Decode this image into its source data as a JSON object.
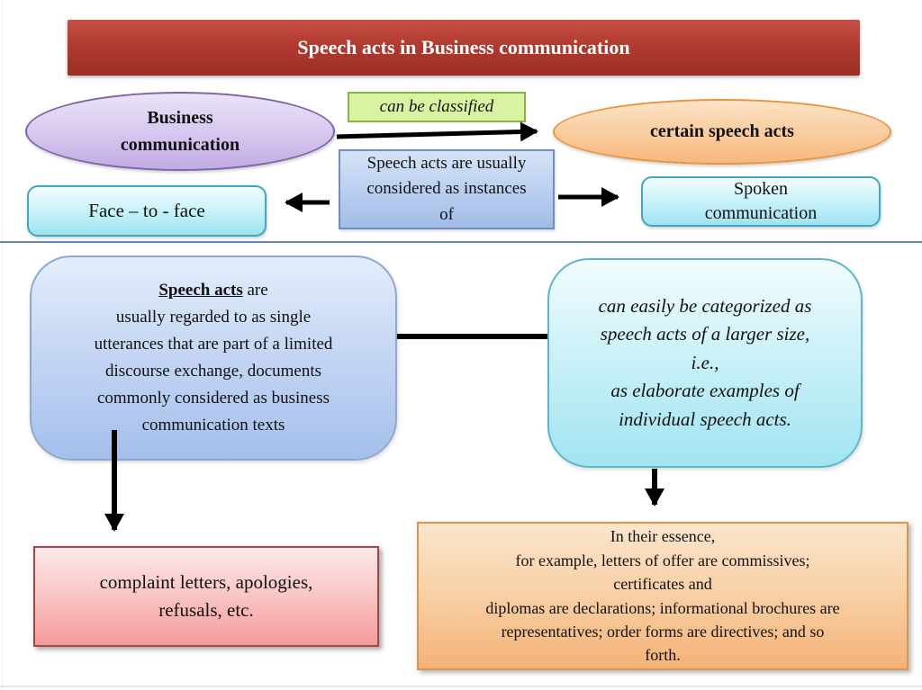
{
  "slide": {
    "title": "Speech acts in Business communication"
  },
  "nodes": {
    "business_ellipse": {
      "lines": [
        "Business",
        "communication"
      ]
    },
    "classified_box": {
      "text": "can be classified"
    },
    "certain_ellipse": {
      "text": "certain speech acts"
    },
    "instances_box": {
      "lines": [
        "Speech acts are usually",
        "considered as instances",
        "of"
      ]
    },
    "face_box": {
      "text": "Face – to - face"
    },
    "spoken_box": {
      "lines": [
        "Spoken",
        "communication"
      ]
    },
    "speech_acts_panel": {
      "lead": "Speech acts",
      "lead_suffix": " are",
      "lines": [
        "usually regarded to as single",
        "utterances that are part of a limited",
        "discourse exchange, documents",
        "commonly considered as business",
        "communication texts"
      ]
    },
    "categorized_panel": {
      "lines": [
        "can easily be categorized as",
        "speech acts of a larger size,",
        "i.e.,",
        "as elaborate examples of",
        "individual speech acts."
      ]
    },
    "complaint_box": {
      "lines": [
        "complaint letters, apologies,",
        "refusals, etc."
      ]
    },
    "essence_box": {
      "lines": [
        "In their essence,",
        "for example, letters of offer are commissives;",
        "certificates and",
        "diplomas are declarations; informational brochures are",
        "representatives; order forms are directives; and so",
        "forth."
      ]
    }
  },
  "colors": {
    "title_bg_top": "#c55045",
    "title_bg_bottom": "#9a2e24",
    "title_text": "#ffffff",
    "purple_fill": "#d6c6ee",
    "purple_border": "#7e64a8",
    "green_fill": "#d9f3a2",
    "green_border": "#86b441",
    "orange_ellipse_fill": "#f6b87c",
    "orange_ellipse_border": "#e8953f",
    "blue_box_fill": "#a0bce8",
    "blue_box_border": "#6e8fc0",
    "cyan_fill": "#9fe3f0",
    "cyan_border": "#3fa8c0",
    "left_panel_fill": "#a4bfec",
    "left_panel_border": "#8fa8d0",
    "right_panel_fill": "#a0e4f1",
    "right_panel_border": "#5fb6cb",
    "pink_fill": "#f49b9b",
    "pink_border": "#a94442",
    "orange_box_fill": "#f4b277",
    "orange_box_border": "#de9350",
    "divider": "#5e8ac4",
    "arrow": "#000000"
  }
}
